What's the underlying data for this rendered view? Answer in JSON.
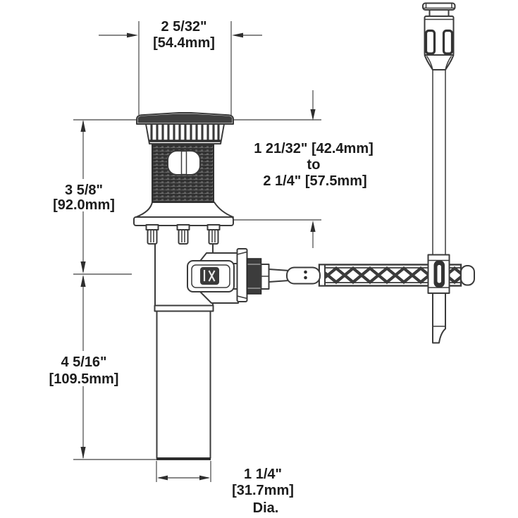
{
  "diagram": {
    "type": "technical-dimension-drawing",
    "subject": "pop-up-drain-assembly-with-lift-rod",
    "dimensions": {
      "top_width": {
        "line1": "2 5/32\"",
        "line2": "[54.4mm]"
      },
      "flange_height": {
        "line1": "3 5/8\"",
        "line2": "[92.0mm]"
      },
      "deck_range": {
        "line1": "1 21/32\" [42.4mm]",
        "line2": "to",
        "line3": "2 1/4\" [57.5mm]"
      },
      "tail_length": {
        "line1": "4 5/16\"",
        "line2": "[109.5mm]"
      },
      "outlet": {
        "line1": "1 1/4\"",
        "line2": "[31.7mm]",
        "line3": "Dia."
      }
    },
    "colors": {
      "background": "#ffffff",
      "line": "#3b3b3b",
      "dim_line": "#616161",
      "text": "#1c1c1c",
      "dark_fill": "#404040"
    }
  }
}
